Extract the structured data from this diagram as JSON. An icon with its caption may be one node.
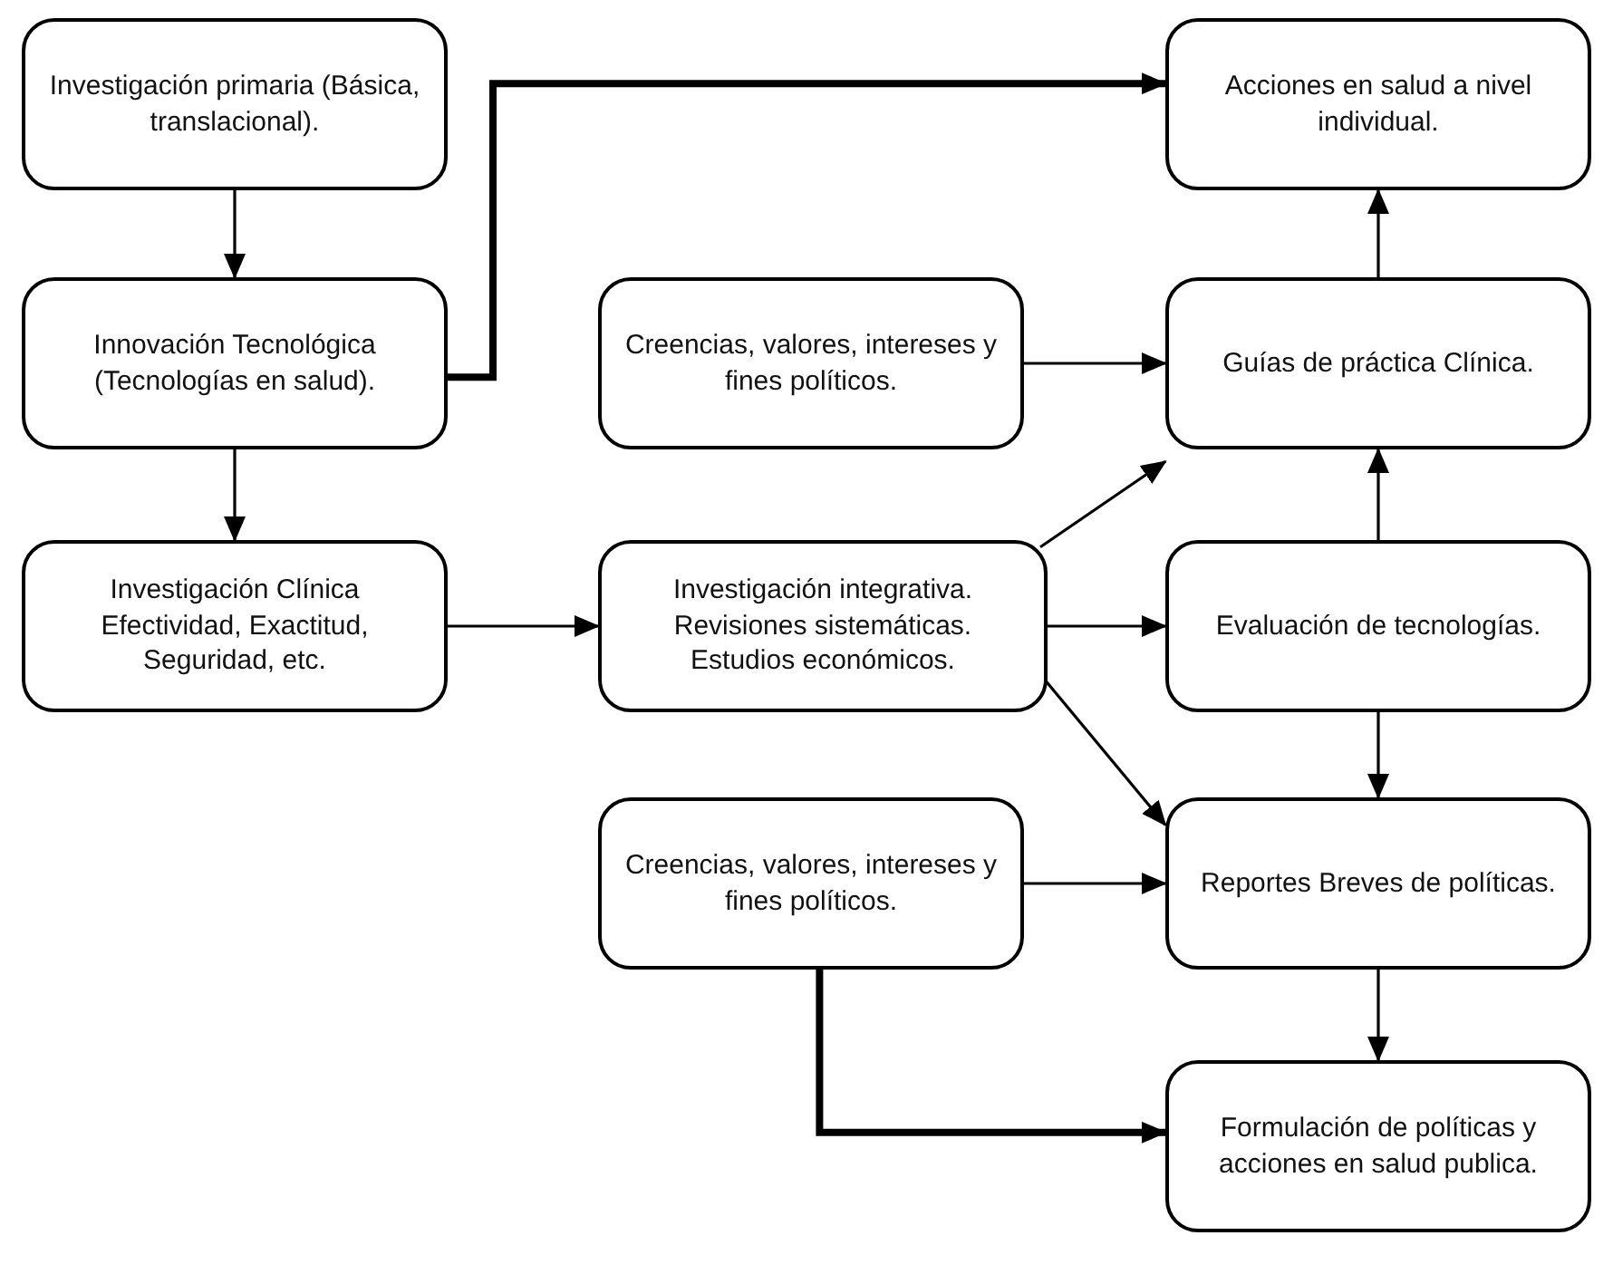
{
  "diagram": {
    "nodes": [
      {
        "text": [
          "Investigación primaria (Básica, translacional)."
        ]
      },
      {
        "text": [
          "Innovación Tecnológica (Tecnologías en salud)."
        ]
      },
      {
        "text": [
          "Investigación Clínica Efectividad, Exactitud, Seguridad, etc."
        ]
      },
      {
        "text": [
          "Acciones en salud a nivel individual."
        ]
      },
      {
        "text": [
          "Creencias, valores, intereses y fines políticos."
        ]
      },
      {
        "text": [
          "Guías de práctica Clínica."
        ]
      },
      {
        "text": [
          "Investigación integrativa. Revisiones sistemáticas. Estudios económicos."
        ]
      },
      {
        "text": [
          "Evaluación de tecnologías."
        ]
      },
      {
        "text": [
          "Creencias, valores, intereses y fines políticos."
        ]
      },
      {
        "text": [
          "Reportes Breves de políticas."
        ]
      },
      {
        "text": [
          "Formulación de políticas y acciones en salud publica."
        ]
      }
    ],
    "edges": [
      {
        "from": 0,
        "to": 1,
        "arrow": "to"
      },
      {
        "from": 1,
        "to": 3,
        "arrow": "to",
        "style": "thick"
      },
      {
        "from": 1,
        "to": 2,
        "arrow": "to"
      },
      {
        "from": 2,
        "to": 6,
        "arrow": "to"
      },
      {
        "from": 4,
        "to": 5,
        "arrow": "to"
      },
      {
        "from": 6,
        "to": 5,
        "arrow": "to"
      },
      {
        "from": 6,
        "to": 7,
        "arrow": "to"
      },
      {
        "from": 6,
        "to": 9,
        "arrow": "to"
      },
      {
        "from": 7,
        "to": 5,
        "arrow": "to"
      },
      {
        "from": 5,
        "to": 3,
        "arrow": "to"
      },
      {
        "from": 7,
        "to": 9,
        "arrow": "to"
      },
      {
        "from": 8,
        "to": 9,
        "arrow": "to"
      },
      {
        "from": 9,
        "to": 10,
        "arrow": "to"
      },
      {
        "from": 8,
        "to": 10,
        "arrow": "to",
        "style": "thick"
      }
    ]
  }
}
